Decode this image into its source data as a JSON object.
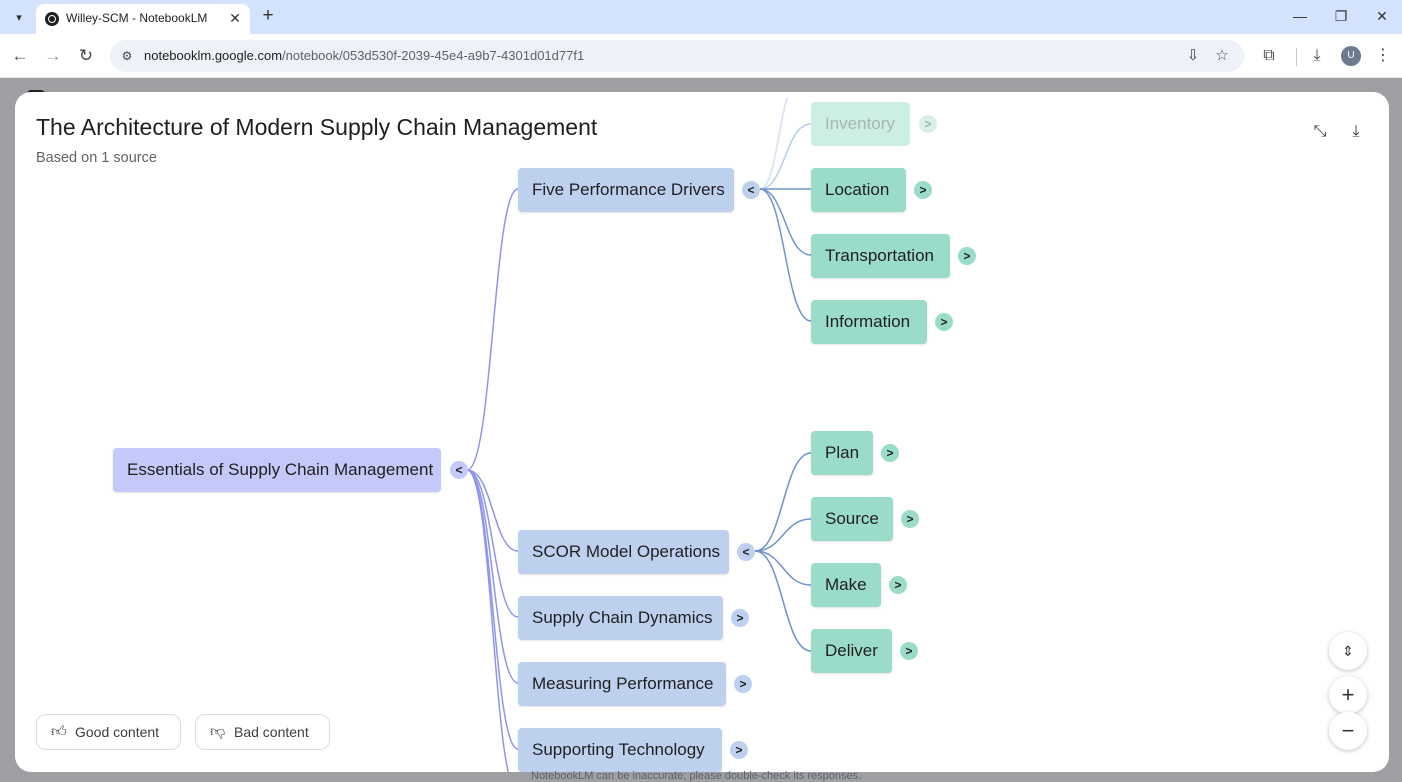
{
  "browser": {
    "tab_title": "Willey-SCM - NotebookLM",
    "url_host": "notebooklm.google.com",
    "url_path": "/notebook/053d530f-2039-45e4-a9b7-4301d01d77f1",
    "profile_initial": "U"
  },
  "mindmap": {
    "title": "The Architecture of Modern Supply Chain Management",
    "subtitle": "Based on 1 source",
    "root": {
      "label": "Essentials of Supply Chain Management",
      "toggle": "<"
    },
    "branches": [
      {
        "label": "Five Performance Drivers",
        "toggle": "<",
        "children": [
          {
            "label": "Inventory",
            "toggle": ">"
          },
          {
            "label": "Location",
            "toggle": ">"
          },
          {
            "label": "Transportation",
            "toggle": ">"
          },
          {
            "label": "Information",
            "toggle": ">"
          }
        ]
      },
      {
        "label": "SCOR Model Operations",
        "toggle": "<",
        "children": [
          {
            "label": "Plan",
            "toggle": ">"
          },
          {
            "label": "Source",
            "toggle": ">"
          },
          {
            "label": "Make",
            "toggle": ">"
          },
          {
            "label": "Deliver",
            "toggle": ">"
          }
        ]
      },
      {
        "label": "Supply Chain Dynamics",
        "toggle": ">"
      },
      {
        "label": "Measuring Performance",
        "toggle": ">"
      },
      {
        "label": "Supporting Technology",
        "toggle": ">"
      }
    ]
  },
  "feedback": {
    "good_label": "Good content",
    "bad_label": "Bad content"
  },
  "disclaimer": "NotebookLM can be inaccurate; please double-check its responses.",
  "colors": {
    "root_node": "#c5c9fa",
    "branch_node": "#bdd1ef",
    "leaf_node": "#9adcc9",
    "link_root": "#8f95ea",
    "link_branch": "#6f93c9"
  },
  "icons": [
    "chevron-down-icon",
    "favicon-icon",
    "close-icon",
    "plus-icon",
    "minimize-icon",
    "restore-icon",
    "back-icon",
    "forward-icon",
    "reload-icon",
    "site-info-icon",
    "install-icon",
    "star-icon",
    "extensions-icon",
    "download-icon",
    "menu-icon",
    "collapse-icon",
    "thumb-up-icon",
    "thumb-down-icon",
    "expand-collapse-icon",
    "zoom-in-icon",
    "zoom-out-icon"
  ]
}
